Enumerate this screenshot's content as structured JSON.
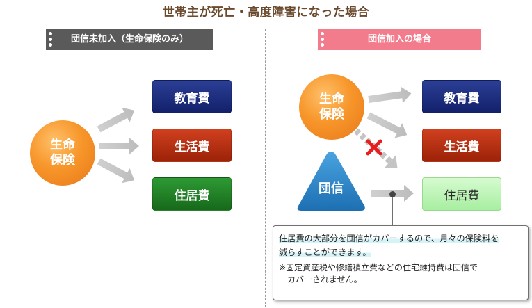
{
  "title": "世帯主が死亡・高度障害になった場合",
  "left": {
    "tag": "団信未加入（生命保険のみ）",
    "circle": [
      "生命",
      "保険"
    ],
    "boxes": [
      "教育費",
      "生活費",
      "住居費"
    ]
  },
  "right": {
    "tag": "団信加入の場合",
    "circle": [
      "生命",
      "保険"
    ],
    "triangle": "団信",
    "boxes": [
      "教育費",
      "生活費",
      "住居費"
    ]
  },
  "note": {
    "line1": "住居費の大部分を団信がカバーするので、月々の保険料を",
    "line2": "減らすことができます。",
    "line3": "※固定資産税や修繕積立費などの住宅維持費は団信で",
    "line4": "カバーされません。"
  },
  "colors": {
    "orange": "#f7962a",
    "navy": "#1c2a7e",
    "red": "#b8310f",
    "green": "#237f28",
    "light_green": "#b9f3b0",
    "pink_tag": "#f27c8c",
    "gray_tag": "#5a5a5a",
    "blue_triangle": "#2a86c8",
    "cross": "#e61e1e"
  }
}
